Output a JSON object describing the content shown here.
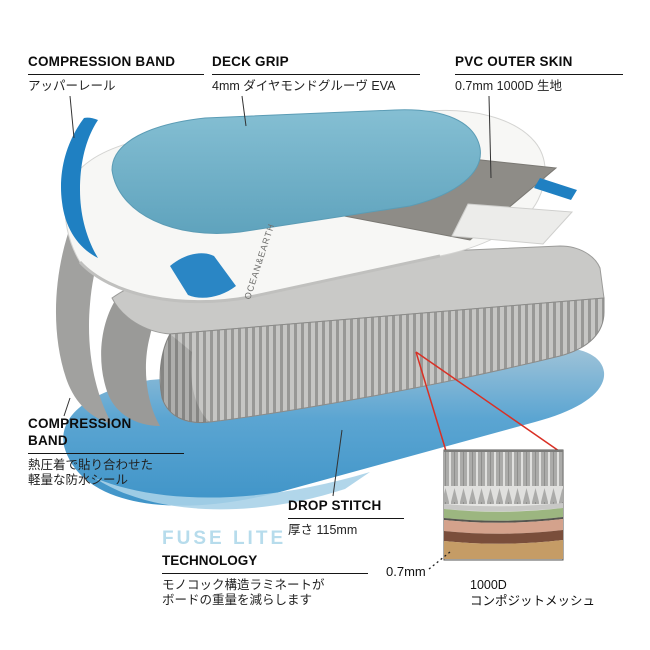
{
  "colors": {
    "compression_band_blue": "#1f80c2",
    "deck_grip_blue": "#74b2c9",
    "bottom_skin_blue": "#4d9ccd",
    "fuse_lite_blue": "#b7dcec",
    "pointer_red": "#d93025",
    "core_gray": "#b6b6b4"
  },
  "callouts": {
    "compression_band_top": {
      "title": "COMPRESSION BAND",
      "subtitle": "アッパーレール"
    },
    "deck_grip": {
      "title": "DECK GRIP",
      "subtitle": "4mm ダイヤモンドグルーヴ EVA"
    },
    "pvc_outer_skin": {
      "title": "PVC OUTER SKIN",
      "subtitle": "0.7mm 1000D 生地"
    },
    "compression_band_side": {
      "title": "COMPRESSION BAND",
      "subtitle_line1": "熱圧着で貼り合わせた",
      "subtitle_line2": "軽量な防水シール"
    },
    "drop_stitch": {
      "title": "DROP STITCH",
      "subtitle": "厚さ 115mm"
    },
    "fuse_lite": {
      "title": "FUSE LITE",
      "subtitle": "TECHNOLOGY",
      "description_line1": "モノコック構造ラミネートが",
      "description_line2": "ボードの重量を減らします"
    },
    "detail_inset": {
      "thickness_label": "0.7mm",
      "mesh_label_line1": "1000D",
      "mesh_label_line2": "コンポジットメッシュ"
    }
  },
  "board": {
    "brand_logo_text": "OCEAN&EARTH"
  }
}
